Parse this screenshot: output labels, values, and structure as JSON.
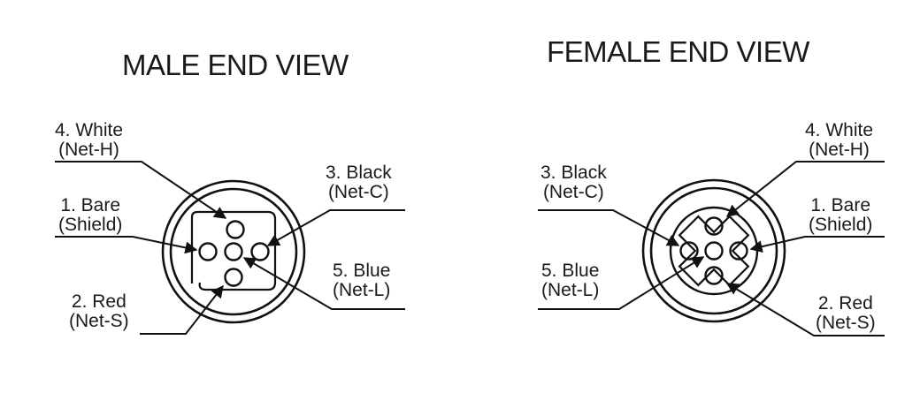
{
  "male": {
    "title": "MALE END VIEW",
    "labels": {
      "white": {
        "line1": "4. White",
        "line2": "(Net-H)"
      },
      "bare": {
        "line1": "1. Bare",
        "line2": "(Shield)"
      },
      "red": {
        "line1": "2. Red",
        "line2": "(Net-S)"
      },
      "black": {
        "line1": "3. Black",
        "line2": "(Net-C)"
      },
      "blue": {
        "line1": "5. Blue",
        "line2": "(Net-L)"
      }
    }
  },
  "female": {
    "title": "FEMALE END VIEW",
    "labels": {
      "black": {
        "line1": "3. Black",
        "line2": "(Net-C)"
      },
      "blue": {
        "line1": "5. Blue",
        "line2": "(Net-L)"
      },
      "white": {
        "line1": "4. White",
        "line2": "(Net-H)"
      },
      "bare": {
        "line1": "1. Bare",
        "line2": "(Shield)"
      },
      "red": {
        "line1": "2. Red",
        "line2": "(Net-S)"
      }
    }
  }
}
